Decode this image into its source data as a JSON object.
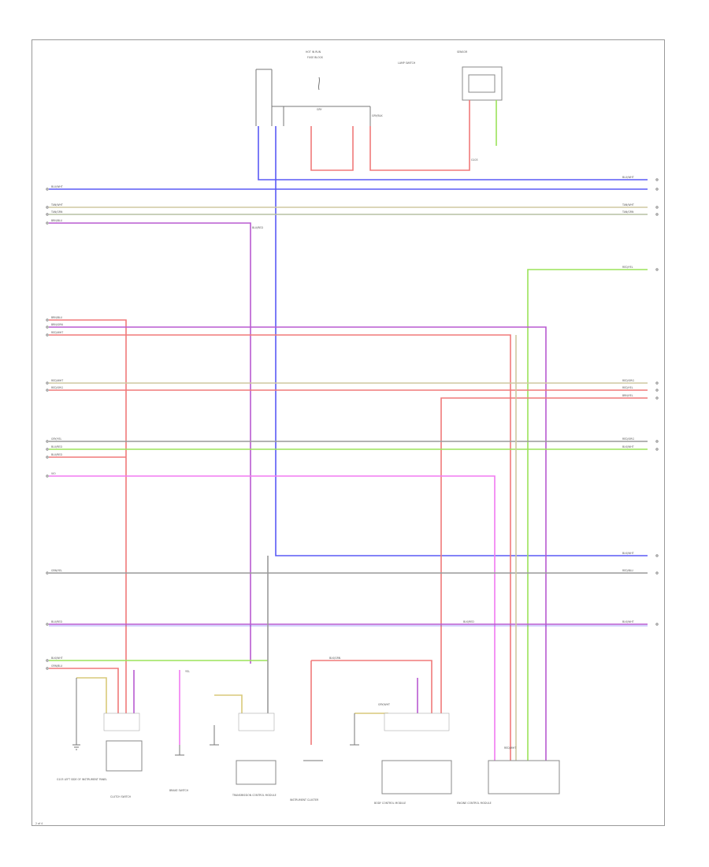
{
  "diagram": {
    "page_number": "2 of 4",
    "colors": {
      "blue": "#5a5af5",
      "tan": "#cfc8a0",
      "grey_green": "#b7c1a4",
      "violet": "#b85ad0",
      "red": "#f07a7a",
      "green": "#9be35a",
      "pink": "#f27af2",
      "grey": "#9a9a9a",
      "yellow": "#d9c97a"
    },
    "top_labels": {
      "hot_in_run": "HOT IN RUN",
      "fuse_block": "FUSE BLOCK",
      "lamp_switch": "LAMP SWITCH",
      "sensor": "SENSOR"
    },
    "labels": [
      "GRY",
      "GRY/BLK",
      "GRY/WHT",
      "BLU/WHT",
      "BLU/WHT",
      "TAN/WHT",
      "TAN/WHT",
      "TAN/GRN",
      "TAN/GRN",
      "BRN/BLU",
      "RED/YEL",
      "BRN/BLU",
      "BRN/GRN",
      "RED/WHT",
      "RED/WHT",
      "RED/ORG",
      "RED/ORG",
      "RED/YEL",
      "BRN/YEL",
      "GRY/YEL",
      "RED/ORG",
      "BLU/RED",
      "BLK/WHT",
      "BLU/RED",
      "BLK/WHT",
      "GRN/YEL",
      "RED/BLU",
      "BLU/RED",
      "BLK/RED",
      "BLK/WHT",
      "BLK/WHT",
      "GRN/BLU",
      "YEL",
      "BLK/GRN",
      "BLU/RED",
      "RED/WHT",
      "VIO"
    ],
    "components": [
      {
        "text": "G103 LEFT SIDE OF INSTRUMENT PANEL"
      },
      {
        "text": "CLUTCH SWITCH"
      },
      {
        "text": "BRAKE SWITCH"
      },
      {
        "text": "TRANSMISSION CONTROL MODULE"
      },
      {
        "text": "INSTRUMENT CLUSTER"
      },
      {
        "text": "BODY CONTROL MODULE"
      },
      {
        "text": "ENGINE CONTROL MODULE"
      }
    ]
  }
}
